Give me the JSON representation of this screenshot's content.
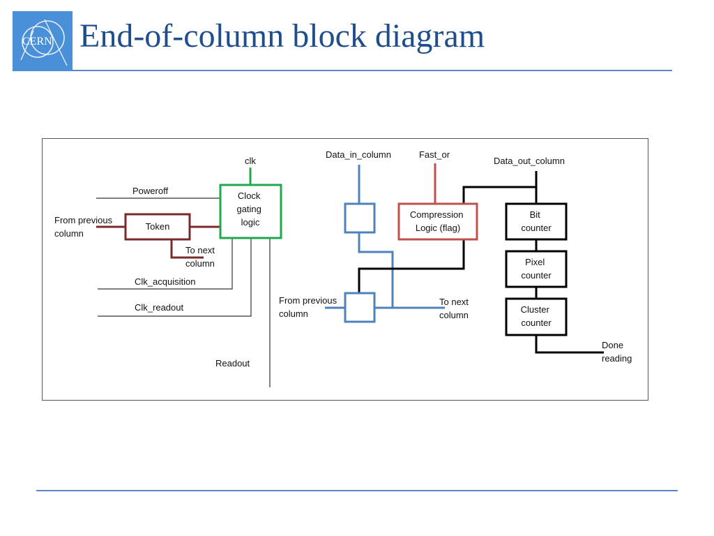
{
  "slide": {
    "title": "End-of-column block diagram",
    "logo_text": "CERN"
  },
  "colors": {
    "title": "#1f4e8c",
    "rule": "#5b86c5",
    "logo_bg": "#4a90d9",
    "clock_gating": "#1fa84f",
    "token": "#7a2a2a",
    "compression": "#c0504d",
    "data_path": "#4f81bd",
    "readout": "#000000"
  },
  "diagram": {
    "blocks": {
      "clock_gating": [
        "Clock",
        "gating",
        "logic"
      ],
      "token": [
        "Token"
      ],
      "compression": [
        "Compression",
        "Logic (flag)"
      ],
      "bit_counter": [
        "Bit",
        "counter"
      ],
      "pixel_counter": [
        "Pixel",
        "counter"
      ],
      "cluster_counter": [
        "Cluster",
        "counter"
      ]
    },
    "labels": {
      "clk": "clk",
      "poweroff": "Poweroff",
      "from_previous_column_left": [
        "From previous",
        "column"
      ],
      "to_next_column_left": [
        "To next",
        "column"
      ],
      "clk_acquisition": "Clk_acquisition",
      "clk_readout": "Clk_readout",
      "readout": "Readout",
      "data_in_column": "Data_in_column",
      "fast_or": "Fast_or",
      "data_out_column": "Data_out_column",
      "from_previous_column_mid": [
        "From previous",
        "column"
      ],
      "to_next_column_mid": [
        "To next",
        "column"
      ],
      "done_reading": [
        "Done",
        "reading"
      ]
    }
  }
}
